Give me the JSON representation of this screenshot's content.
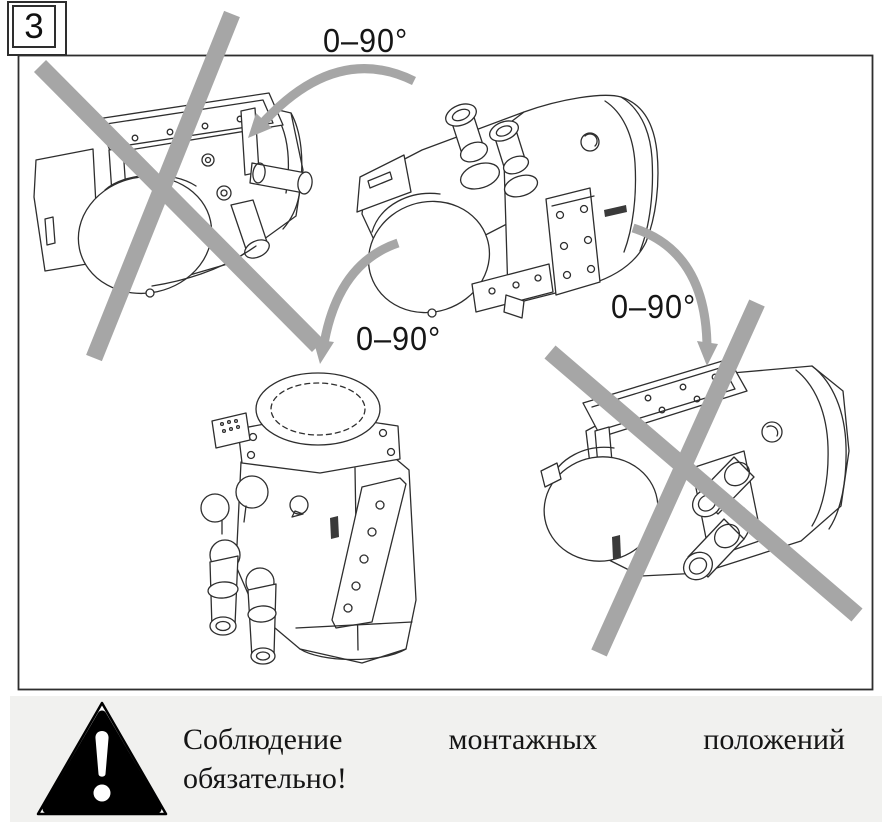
{
  "figure": {
    "number": "3",
    "rotation_labels": [
      "0–90°",
      "0–90°",
      "0–90°"
    ],
    "positions": [
      {
        "name": "heater-horizontal-inverted-top-left",
        "status": "prohibited"
      },
      {
        "name": "heater-horizontal-upright-center",
        "status": "allowed"
      },
      {
        "name": "heater-vertical-nose-up-bottom-center",
        "status": "allowed"
      },
      {
        "name": "heater-horizontal-inverted-bottom-right",
        "status": "prohibited"
      }
    ]
  },
  "warning": {
    "icon": "exclamation-triangle-icon",
    "line1_words": [
      "Соблюдение",
      "монтажных",
      "положений"
    ],
    "line2": "обязательно!"
  },
  "colors": {
    "cross_and_arrows": "#a6a6a6",
    "line_art": "#2e2e2e",
    "warning_band_bg": "#f1f1ef",
    "warning_icon": "#000000"
  }
}
